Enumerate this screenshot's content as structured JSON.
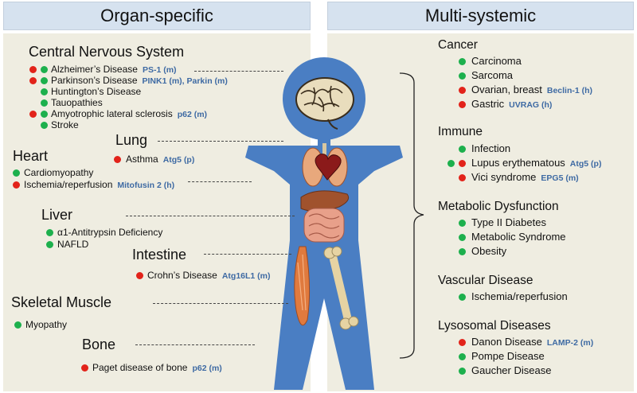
{
  "headers": {
    "left": "Organ-specific",
    "right": "Multi-systemic"
  },
  "organs": {
    "cns": {
      "title": "Central Nervous System",
      "items": [
        {
          "label": "Alzheimer’s Disease",
          "gene": "PS-1 (m)",
          "dots": [
            "red",
            "green"
          ]
        },
        {
          "label": "Parkinson’s Disease",
          "gene": "PINK1 (m), Parkin (m)",
          "dots": [
            "red",
            "green"
          ]
        },
        {
          "label": "Huntington’s Disease",
          "gene": "",
          "dots": [
            "green"
          ]
        },
        {
          "label": "Tauopathies",
          "gene": "",
          "dots": [
            "green"
          ]
        },
        {
          "label": "Amyotrophic lateral sclerosis",
          "gene": "p62 (m)",
          "dots": [
            "red",
            "green"
          ]
        },
        {
          "label": "Stroke",
          "gene": "",
          "dots": [
            "green"
          ]
        }
      ]
    },
    "lung": {
      "title": "Lung",
      "items": [
        {
          "label": "Asthma",
          "gene": "Atg5 (p)",
          "dots": [
            "red"
          ]
        }
      ]
    },
    "heart": {
      "title": "Heart",
      "items": [
        {
          "label": "Cardiomyopathy",
          "gene": "",
          "dots": [
            "green"
          ]
        },
        {
          "label": "Ischemia/reperfusion",
          "gene": "Mitofusin 2 (h)",
          "dots": [
            "red"
          ]
        }
      ]
    },
    "liver": {
      "title": "Liver",
      "items": [
        {
          "label": "α1-Antitrypsin Deficiency",
          "gene": "",
          "dots": [
            "green"
          ]
        },
        {
          "label": "NAFLD",
          "gene": "",
          "dots": [
            "green"
          ]
        }
      ]
    },
    "intestine": {
      "title": "Intestine",
      "items": [
        {
          "label": "Crohn’s Disease",
          "gene": "Atg16L1 (m)",
          "dots": [
            "red"
          ]
        }
      ]
    },
    "muscle": {
      "title": "Skeletal Muscle",
      "items": [
        {
          "label": "Myopathy",
          "gene": "",
          "dots": [
            "green"
          ]
        }
      ]
    },
    "bone": {
      "title": "Bone",
      "items": [
        {
          "label": "Paget disease of bone",
          "gene": "p62 (m)",
          "dots": [
            "red"
          ]
        }
      ]
    }
  },
  "systemic": {
    "cancer": {
      "title": "Cancer",
      "items": [
        {
          "label": "Carcinoma",
          "gene": "",
          "dots": [
            "green"
          ]
        },
        {
          "label": "Sarcoma",
          "gene": "",
          "dots": [
            "green"
          ]
        },
        {
          "label": "Ovarian, breast",
          "gene": "Beclin-1 (h)",
          "dots": [
            "red"
          ]
        },
        {
          "label": "Gastric",
          "gene": "UVRAG (h)",
          "dots": [
            "red"
          ]
        }
      ]
    },
    "immune": {
      "title": "Immune",
      "items": [
        {
          "label": "Infection",
          "gene": "",
          "dots": [
            "green"
          ]
        },
        {
          "label": "Lupus erythematous",
          "gene": "Atg5 (p)",
          "dots": [
            "green",
            "red"
          ]
        },
        {
          "label": "Vici syndrome",
          "gene": "EPG5 (m)",
          "dots": [
            "red"
          ]
        }
      ]
    },
    "metabolic": {
      "title": "Metabolic Dysfunction",
      "items": [
        {
          "label": "Type II Diabetes",
          "gene": "",
          "dots": [
            "green"
          ]
        },
        {
          "label": "Metabolic Syndrome",
          "gene": "",
          "dots": [
            "green"
          ]
        },
        {
          "label": "Obesity",
          "gene": "",
          "dots": [
            "green"
          ]
        }
      ]
    },
    "vascular": {
      "title": "Vascular Disease",
      "items": [
        {
          "label": "Ischemia/reperfusion",
          "gene": "",
          "dots": [
            "green"
          ]
        }
      ]
    },
    "lysosomal": {
      "title": "Lysosomal Diseases",
      "items": [
        {
          "label": "Danon Disease",
          "gene": "LAMP-2 (m)",
          "dots": [
            "red"
          ]
        },
        {
          "label": "Pompe Disease",
          "gene": "",
          "dots": [
            "green"
          ]
        },
        {
          "label": "Gaucher Disease",
          "gene": "",
          "dots": [
            "green"
          ]
        }
      ]
    }
  },
  "colors": {
    "green_dot": "#1db04d",
    "red_dot": "#e2231a",
    "body_figure": "#4a7ec3",
    "gene_text": "#3e6aa3"
  }
}
